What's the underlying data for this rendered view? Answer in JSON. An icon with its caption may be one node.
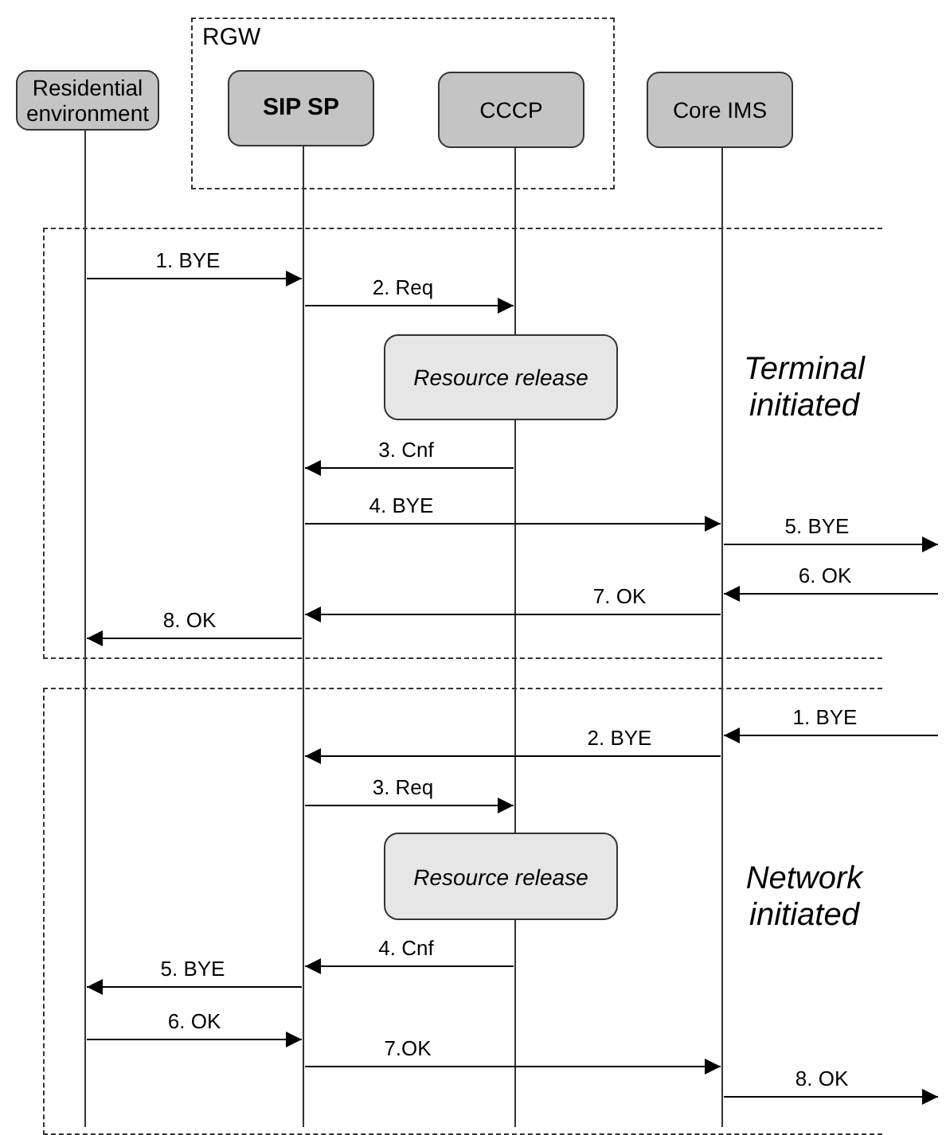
{
  "diagram": {
    "nodes": [
      {
        "text": [
          "Residential environment"
        ]
      },
      {
        "text": [
          "RGW"
        ]
      },
      {
        "text": [
          "SIP SP"
        ],
        "in": 1
      },
      {
        "text": [
          "CCCP"
        ],
        "in": 1
      },
      {
        "text": [
          "Core IMS"
        ]
      },
      {
        "text": [
          "Terminal initiated"
        ]
      },
      {
        "text": [
          "Resource release"
        ],
        "in": 5
      },
      {
        "text": [
          "Network initiated"
        ]
      },
      {
        "text": [
          "Resource release"
        ],
        "in": 7
      },
      {
        "text": [],
        "shape": "bar"
      },
      {
        "text": [],
        "shape": "bar"
      },
      {
        "text": [],
        "shape": "bar"
      },
      {
        "text": [],
        "shape": "bar"
      }
    ],
    "edges": [
      {
        "from": 9,
        "to": 10,
        "arrow": "to",
        "label": "1. BYE"
      },
      {
        "from": 10,
        "to": 11,
        "arrow": "to",
        "label": "2. Req"
      },
      {
        "from": 11,
        "to": 10,
        "arrow": "to",
        "label": "3. Cnf"
      },
      {
        "from": 10,
        "to": 12,
        "arrow": "to",
        "label": "4. BYE"
      },
      {
        "from": 12,
        "to": null,
        "arrow": "to",
        "label": "5. BYE"
      },
      {
        "from": null,
        "to": 12,
        "arrow": "to",
        "label": "6. OK"
      },
      {
        "from": 12,
        "to": 10,
        "arrow": "to",
        "label": "7. OK"
      },
      {
        "from": 10,
        "to": 9,
        "arrow": "to",
        "label": "8. OK"
      },
      {
        "from": null,
        "to": 12,
        "arrow": "to",
        "label": "1. BYE"
      },
      {
        "from": 12,
        "to": 10,
        "arrow": "to",
        "label": "2. BYE"
      },
      {
        "from": 10,
        "to": 11,
        "arrow": "to",
        "label": "3. Req"
      },
      {
        "from": 11,
        "to": 10,
        "arrow": "to",
        "label": "4. Cnf"
      },
      {
        "from": 10,
        "to": 9,
        "arrow": "to",
        "label": "5. BYE"
      },
      {
        "from": 9,
        "to": 10,
        "arrow": "to",
        "label": "6. OK"
      },
      {
        "from": 10,
        "to": 12,
        "arrow": "to",
        "label": "7.OK"
      },
      {
        "from": 12,
        "to": null,
        "arrow": "to",
        "label": "8. OK"
      }
    ]
  }
}
